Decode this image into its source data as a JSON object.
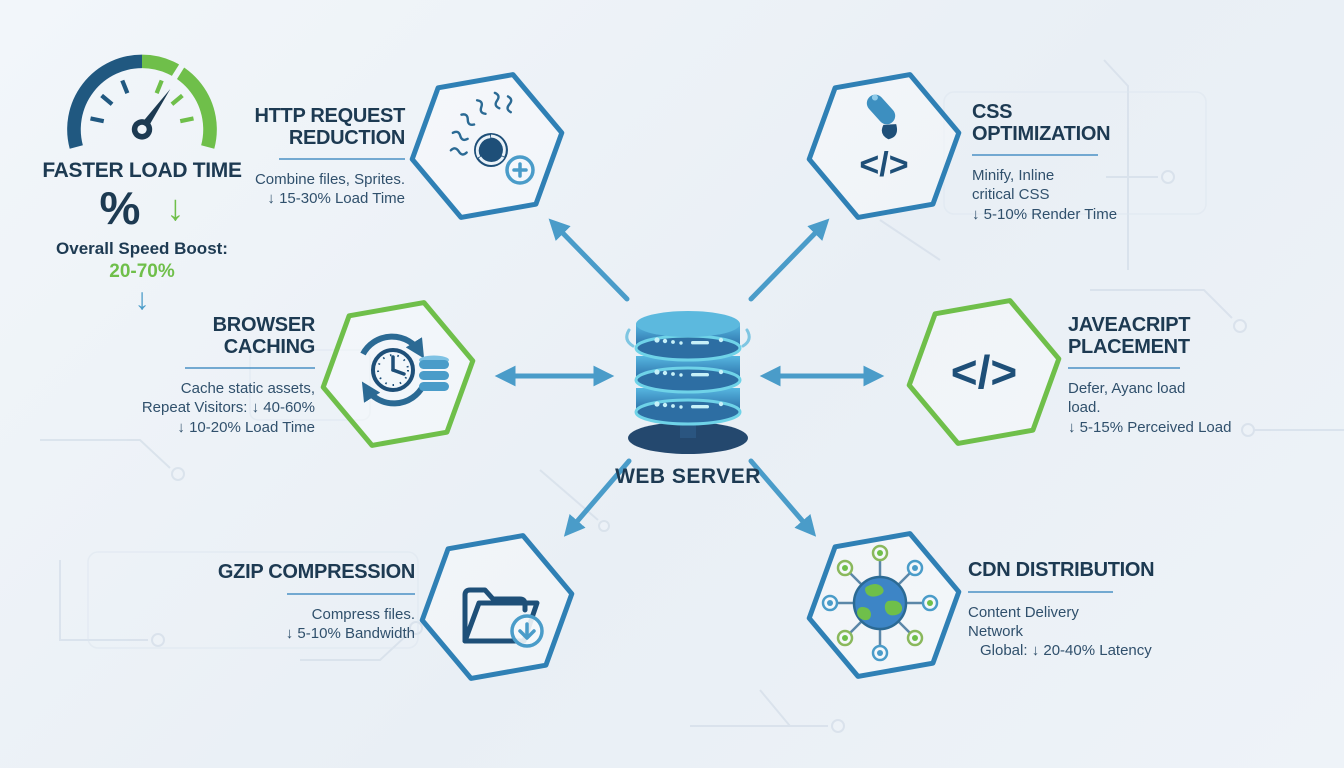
{
  "gauge": {
    "title": "FASTER LOAD TIME",
    "percent": "%",
    "arrow_down_green": "↓",
    "boost_label": "Overall Speed Boost:",
    "boost_value": "20-70%",
    "arrow_down_blue": "↓"
  },
  "center": {
    "label": "WEB SERVER"
  },
  "icons": {
    "code_glyph": "</>"
  },
  "nodes": {
    "http": {
      "title1": "HTTP REQUEST",
      "title2": "REDUCTION",
      "line1": "Combine files, Sprites.",
      "line2": "↓ 15-30% Load Time",
      "border_color": "#2f80b5"
    },
    "css": {
      "title1": "CSS",
      "title2": "OPTIMIZATION",
      "line1": "Minify, Inline",
      "line2": "critical CSS",
      "line3": "↓ 5-10% Render Time",
      "border_color": "#2f80b5"
    },
    "caching": {
      "title1": "BROWSER",
      "title2": "CACHING",
      "line1": "Cache static assets,",
      "line2": "Repeat Visitors: ↓ 40-60%",
      "line3": "↓ 10-20% Load Time",
      "border_color": "#6fbf4a"
    },
    "js": {
      "title1": "JAVEACRIPT",
      "title2": "PLACEMENT",
      "line1": "Defer, Ayanc load",
      "line2": "load.",
      "line3": "↓ 5-15% Perceived Load",
      "border_color": "#6fbf4a"
    },
    "gzip": {
      "title1": "GZIP COMPRESSION",
      "line1": "Compress files.",
      "line2": "↓ 5-10% Bandwidth",
      "border_color": "#2f80b5"
    },
    "cdn": {
      "title1": "CDN DISTRIBUTION",
      "line1": "Content Delivery",
      "line2": "Network",
      "line3": "Global: ↓ 20-40% Latency",
      "border_color": "#2f80b5"
    }
  },
  "colors": {
    "navy_text": "#1d3a52",
    "body_text": "#30506c",
    "hex_blue": "#2f80b5",
    "hex_green": "#6fbf4a",
    "arrow_blue": "#4a9cc9",
    "underline_blue": "#4a90c4",
    "gauge_blue": "#205880",
    "gauge_green": "#6fbf4a",
    "server_blue": "#3a8cc0",
    "background": "#edf2f7"
  }
}
